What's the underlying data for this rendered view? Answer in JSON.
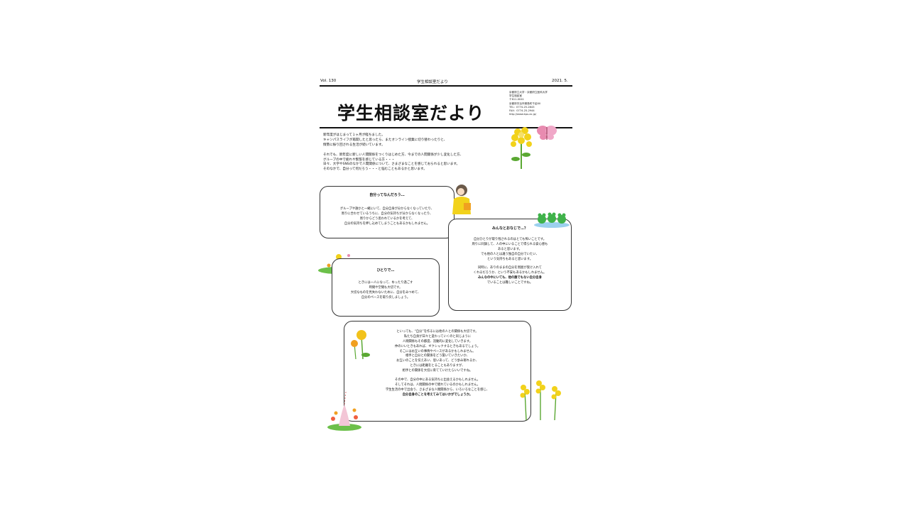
{
  "header": {
    "vol": "Vol. 130",
    "center": "学生相談室だより",
    "date": "2021. 5."
  },
  "title": "学生相談室だより",
  "address": {
    "lines": [
      "京都府立大学・京都府立医科大学",
      "学生相談室",
      "〒611-0041",
      "京都府宇治市槇島町千足80",
      "TEL：0774-25-2843",
      "FAX：0774-25-2944",
      "http://www.kpu.ac.jp/"
    ]
  },
  "intro": {
    "lines": [
      "新年度がはじまって１ヶ月が経ちました。",
      "キャンパスライフが再開したと思ったら、またオンライン授業に切り替わったりと、",
      "情勢に振り回される生活が続いています。",
      "",
      "それでも、新年度に新しい人間関係をつくりはじめた方、今までの人間関係が少し変化した方、",
      "グループの中で疲れや緊張を感じている方・・・",
      "日々、大学やSNSのなかで人間関係について、さまざまなことを感じておられると思います。",
      "そのなかで、自分って何だろう・・・と悩むこともあるかと思います。"
    ]
  },
  "box1": {
    "heading": "自分ってなんだろう…",
    "lines": [
      "グループや誰かと一緒にいて、自分自身が分からなくなっていたり、",
      "周りに合わせているうちに、自分の気持ちが分からなくなったり、",
      "周りからどう思われているかを考えて、",
      "自分の気持ちを押し込めてしまうこともあるかもしれません。"
    ]
  },
  "box2": {
    "heading": "みんなとおなじで…？",
    "lines": [
      "自分ひとりが取り残されるのはとても怖いことです。",
      "周りに同調して、人の中にいることで得られる安心感も",
      "あると思います。",
      "でも他の人とは違う独自の自分でいたい、",
      "という気持ちもあると思います。",
      "",
      "同時に、ありのままの自分を周囲が受け入れて",
      "くれるだろうか、という不安もあるかもしれません。",
      "みんなの中にいても、他の誰でもない自分自身",
      "でいることは難しいことですね。"
    ]
  },
  "box3": {
    "heading": "ひとりで…",
    "lines": [
      "ときには一人になって、ゆったり過ごす",
      "時間や空間も大切です。",
      "大切なものを見失わないために、自分をみつめて、",
      "自分のペースを取り戻しましょう。"
    ]
  },
  "box4": {
    "lines": [
      "といっても、“自分”を作るには他の人との関係も大切です。",
      "私たち自身が日々と変わっていくのと同じように",
      "人間関係もその都度、流動的に変化していきます。",
      "仲のいいときもあれば、ギクシャクするときもあるでしょう。",
      "そこにはお互いの事情やペースがあるかもしれません。",
      "相手と自分との関係をどう築いていきたいか、",
      "お互いのことを伝えあい、思いあって、どう歩み寄れるか、",
      "ときには距離をとることもありますが、",
      "相手との関係を大切に育てていけたらいいですね。",
      "",
      "その中で、自分の中にある気持ちに出会えるかもしれません。",
      "そしてそれは、人間関係の中で揺れているのかもしれません。",
      "学生生活の中で出会う、さまざまな人間関係から、いろいろなことを感じ、",
      "自分自身のことを考えてみてはいかがでしょうか。"
    ]
  },
  "icons": [
    "rapeseed-flower-icon",
    "butterfly-icon",
    "girl-illustration-icon",
    "frogs-icon",
    "grass-flower-icon",
    "dandelion-icon",
    "flower-bush-icon",
    "rapeseed-cluster-icon"
  ],
  "colors": {
    "accent_yellow": "#f2d21b",
    "leaf_green": "#5aa832",
    "pink": "#e88bb0",
    "orange": "#f0a020"
  }
}
